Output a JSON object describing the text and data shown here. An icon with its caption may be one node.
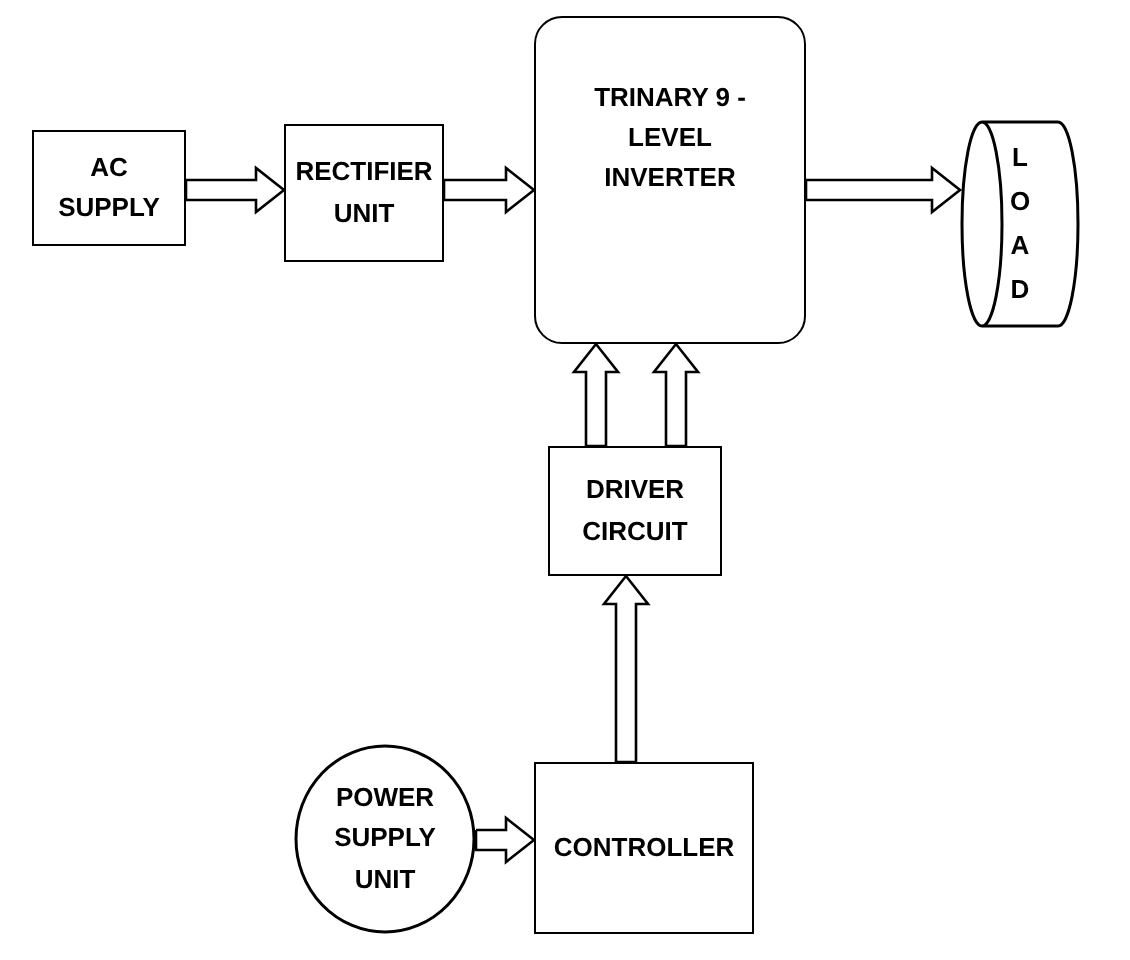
{
  "diagram": {
    "nodes": [
      {
        "text": [
          "AC SUPPLY"
        ]
      },
      {
        "text": [
          "RECTIFIER UNIT"
        ]
      },
      {
        "text": [
          "TRINARY 9 - LEVEL INVERTER"
        ]
      },
      {
        "text": [
          "LOAD"
        ]
      },
      {
        "text": [
          "DRIVER CIRCUIT"
        ]
      },
      {
        "text": [
          "POWER SUPPLY UNIT"
        ]
      },
      {
        "text": [
          "CONTROLLER"
        ]
      }
    ],
    "edges": [
      {
        "from": 0,
        "to": 1,
        "arrow": "to"
      },
      {
        "from": 1,
        "to": 2,
        "arrow": "to"
      },
      {
        "from": 2,
        "to": 3,
        "arrow": "to"
      },
      {
        "from": 4,
        "to": 2,
        "arrow": "to"
      },
      {
        "from": 4,
        "to": 2,
        "arrow": "to"
      },
      {
        "from": 6,
        "to": 4,
        "arrow": "to"
      },
      {
        "from": 5,
        "to": 6,
        "arrow": "to"
      }
    ]
  }
}
